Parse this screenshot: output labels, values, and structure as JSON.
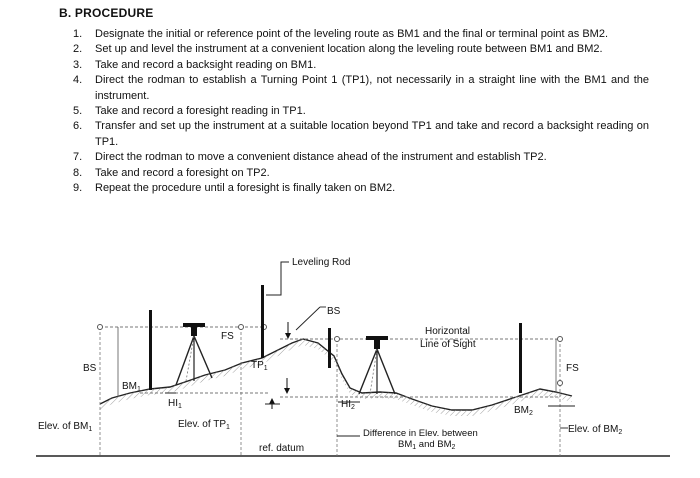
{
  "section": {
    "heading": "B. PROCEDURE"
  },
  "steps": [
    {
      "num": "1.",
      "text": "Designate the initial or reference point of the leveling route as BM1 and the final or terminal point as BM2."
    },
    {
      "num": "2.",
      "text": "Set up and level the instrument at a convenient location along the leveling route between BM1 and BM2."
    },
    {
      "num": "3.",
      "text": "Take and record a backsight reading on BM1."
    },
    {
      "num": "4.",
      "text": "Direct the rodman to establish a Turning Point 1 (TP1), not necessarily in a straight line with the BM1 and the instrument."
    },
    {
      "num": "5.",
      "text": "Take and record a foresight reading in TP1."
    },
    {
      "num": "6.",
      "text": "Transfer and set up the instrument at a suitable location beyond TP1 and take and record a backsight reading on TP1."
    },
    {
      "num": "7.",
      "text": "Direct the rodman to move a convenient distance ahead of the instrument and establish TP2."
    },
    {
      "num": "8.",
      "text": "Take and record a foresight on TP2."
    },
    {
      "num": "9.",
      "text": "Repeat the procedure until a foresight is finally taken on BM2."
    }
  ],
  "diagram": {
    "leveling_rod": "Leveling Rod",
    "bs_top": "BS",
    "fs_mid": "FS",
    "horizontal": "Horizontal",
    "line_of_sight": "Line of Sight",
    "bs_left": "BS",
    "fs_right": "FS",
    "bm1": "BM",
    "bm1_sub": "1",
    "tp1": "TP",
    "tp1_sub": "1",
    "hi1": "HI",
    "hi1_sub": "1",
    "hi2": "HI",
    "hi2_sub": "2",
    "bm2": "BM",
    "bm2_sub": "2",
    "elev_bm1": "Elev. of BM",
    "elev_bm1_sub": "1",
    "elev_tp1": "Elev. of TP",
    "elev_tp1_sub": "1",
    "ref_datum": "ref. datum",
    "diff_line1": "Difference in Elev. between",
    "diff_line2_a": "BM",
    "diff_line2_a_sub": "1",
    "diff_line2_and": " and BM",
    "diff_line2_b_sub": "2",
    "elev_bm2": "Elev. of BM",
    "elev_bm2_sub": "2"
  }
}
